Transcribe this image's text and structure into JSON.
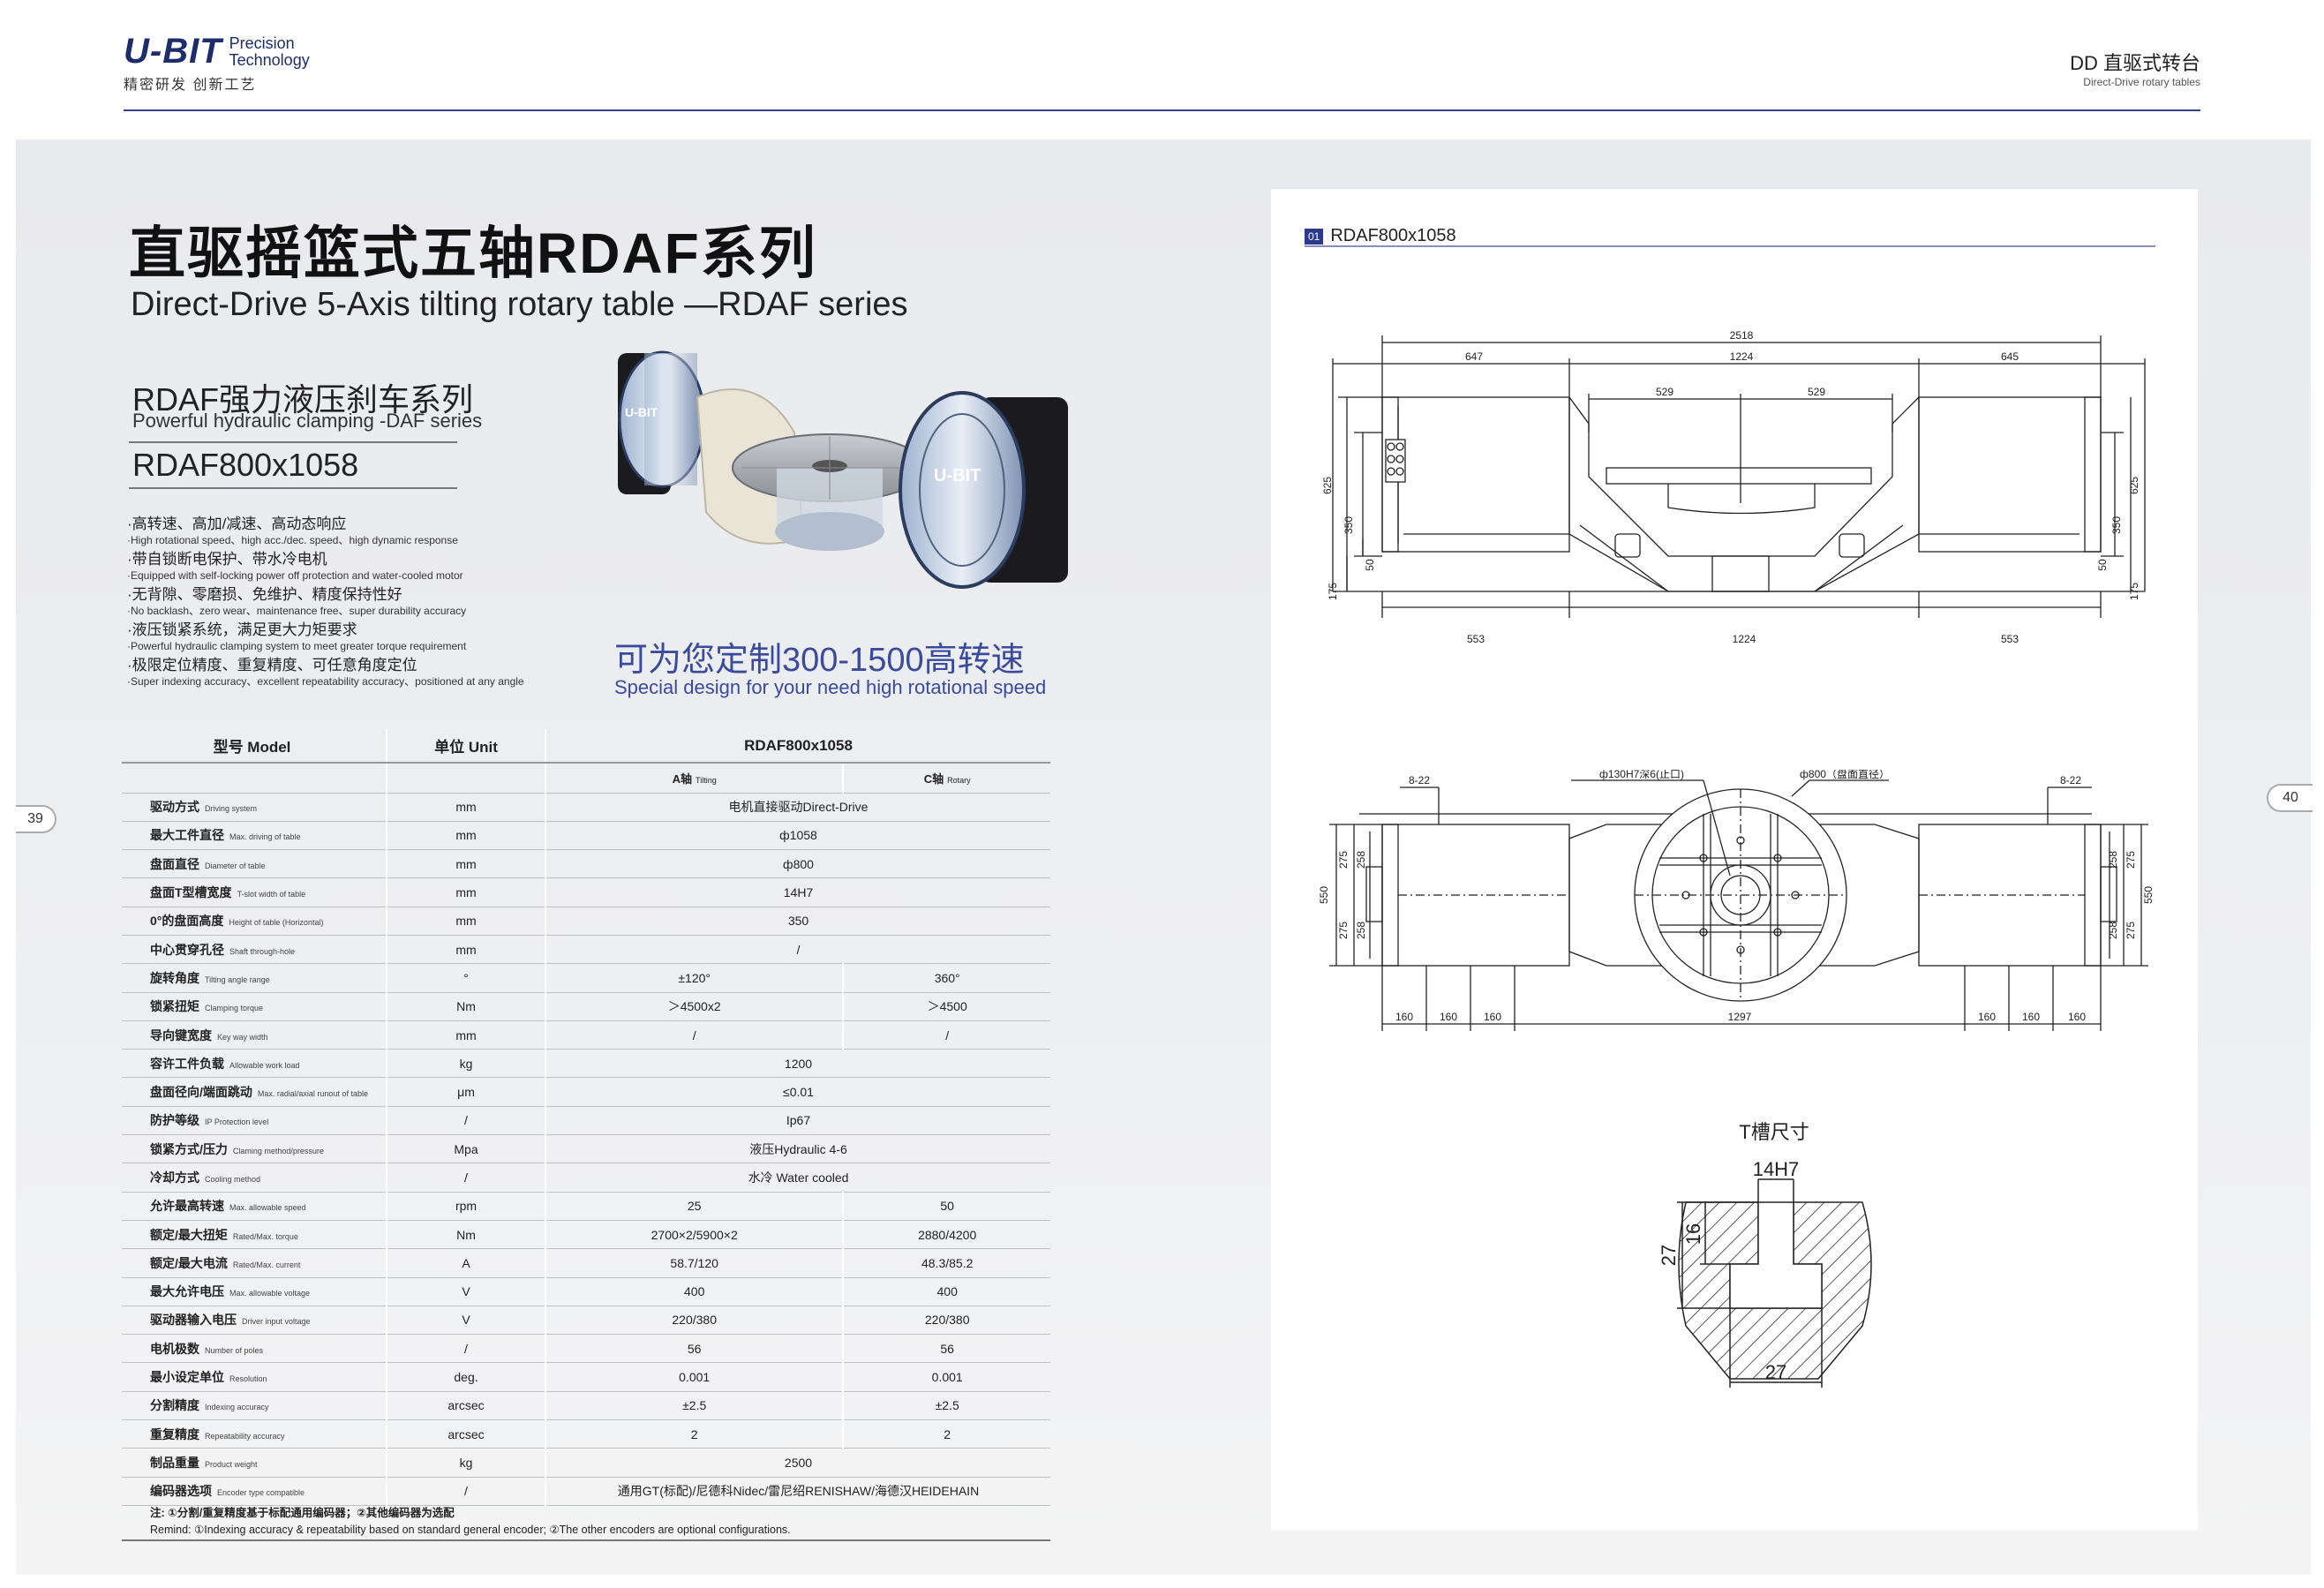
{
  "header": {
    "logo_mark": "U-BIT",
    "logo_text_1": "Precision",
    "logo_text_2": "Technology",
    "slogan": "精密研发 创新工艺",
    "right_cn": "DD 直驱式转台",
    "right_en": "Direct-Drive rotary tables"
  },
  "page_numbers": {
    "left": "39",
    "right": "40"
  },
  "titles": {
    "cn": "直驱摇篮式五轴RDAF系列",
    "en": "Direct-Drive 5-Axis tilting rotary table —RDAF series",
    "series_cn": "RDAF强力液压刹车系列",
    "series_en": "Powerful hydraulic clamping -DAF series",
    "model": "RDAF800x1058"
  },
  "features": [
    {
      "cn": "·高转速、高加/减速、高动态响应",
      "en": "·High rotational speed、high acc./dec. speed、high dynamic response"
    },
    {
      "cn": "·带自锁断电保护、带水冷电机",
      "en": "·Equipped with self-locking power off protection and water-cooled motor"
    },
    {
      "cn": "·无背隙、零磨损、免维护、精度保持性好",
      "en": "·No backlash、zero wear、maintenance free、super durability accuracy"
    },
    {
      "cn": "·液压锁紧系统，满足更大力矩要求",
      "en": "·Powerful hydraulic clamping system to meet greater torque requirement"
    },
    {
      "cn": "·极限定位精度、重复精度、可任意角度定位",
      "en": "·Super indexing accuracy、excellent repeatability accuracy、positioned at any angle"
    }
  ],
  "product_image": {
    "brand_text": "U-BIT"
  },
  "slogan": {
    "cn": "可为您定制300-1500高转速",
    "en": "Special design for your need high rotational speed"
  },
  "spec_table": {
    "header": {
      "model_label": "型号 Model",
      "unit_label": "单位 Unit",
      "value": "RDAF800x1058"
    },
    "sub_header": {
      "a_cn": "A轴",
      "a_en": "Tilting",
      "c_cn": "C轴",
      "c_en": "Rotary"
    },
    "rows": [
      {
        "cn": "驱动方式",
        "en": "Driving system",
        "unit": "mm",
        "merged": "电机直接驱动Direct-Drive"
      },
      {
        "cn": "最大工件直径",
        "en": "Max. driving of table",
        "unit": "mm",
        "merged": "ф1058"
      },
      {
        "cn": "盘面直径",
        "en": "Diameter of table",
        "unit": "mm",
        "merged": "ф800"
      },
      {
        "cn": "盘面T型槽宽度",
        "en": "T-slot width of table",
        "unit": "mm",
        "merged": "14H7"
      },
      {
        "cn": "0°的盘面高度",
        "en": "Height of table (Horizontal)",
        "unit": "mm",
        "merged": "350"
      },
      {
        "cn": "中心贯穿孔径",
        "en": "Shaft through-hole",
        "unit": "mm",
        "merged": "/"
      },
      {
        "cn": "旋转角度",
        "en": "Tilting angle range",
        "unit": "°",
        "a": "±120°",
        "c": "360°"
      },
      {
        "cn": "锁紧扭矩",
        "en": "Clamping torque",
        "unit": "Nm",
        "a": "＞4500x2",
        "c": "＞4500"
      },
      {
        "cn": "导向键宽度",
        "en": "Key way width",
        "unit": "mm",
        "a": "/",
        "c": "/"
      },
      {
        "cn": "容许工件负载",
        "en": "Allowable work load",
        "unit": "kg",
        "merged": "1200"
      },
      {
        "cn": "盘面径向/端面跳动",
        "en": "Max. radial/axial runout of table",
        "unit": "μm",
        "merged": "≤0.01"
      },
      {
        "cn": "防护等级",
        "en": "IP Protection level",
        "unit": "/",
        "merged": "Ip67"
      },
      {
        "cn": "锁紧方式/压力",
        "en": "Claming method/pressure",
        "unit": "Mpa",
        "merged": "液压Hydraulic 4-6"
      },
      {
        "cn": "冷却方式",
        "en": "Cooling method",
        "unit": "/",
        "merged": "水冷 Water cooled"
      },
      {
        "cn": "允许最高转速",
        "en": "Max. allowable speed",
        "unit": "rpm",
        "a": "25",
        "c": "50"
      },
      {
        "cn": "额定/最大扭矩",
        "en": "Rated/Max. torque",
        "unit": "Nm",
        "a": "2700×2/5900×2",
        "c": "2880/4200"
      },
      {
        "cn": "额定/最大电流",
        "en": "Rated/Max. current",
        "unit": "A",
        "a": "58.7/120",
        "c": "48.3/85.2"
      },
      {
        "cn": "最大允许电压",
        "en": "Max. allowable voltage",
        "unit": "V",
        "a": "400",
        "c": "400"
      },
      {
        "cn": "驱动器输入电压",
        "en": "Driver input voltage",
        "unit": "V",
        "a": "220/380",
        "c": "220/380"
      },
      {
        "cn": "电机极数",
        "en": "Number of poles",
        "unit": "/",
        "a": "56",
        "c": "56"
      },
      {
        "cn": "最小设定单位",
        "en": "Resolution",
        "unit": "deg.",
        "a": "0.001",
        "c": "0.001"
      },
      {
        "cn": "分割精度",
        "en": "Indexing accuracy",
        "unit": "arcsec",
        "a": "±2.5",
        "c": "±2.5"
      },
      {
        "cn": "重复精度",
        "en": "Repeatability accuracy",
        "unit": "arcsec",
        "a": "2",
        "c": "2"
      },
      {
        "cn": "制品重量",
        "en": "Product weight",
        "unit": "kg",
        "merged": "2500"
      },
      {
        "cn": "编码器选项",
        "en": "Encoder type compatible",
        "unit": "/",
        "merged": "通用GT(标配)/尼德科Nidec/雷尼绍RENISHAW/海德汉HEIDEHAIN"
      }
    ]
  },
  "notes": {
    "cn": "注: ①分割/重复精度基于标配通用编码器；②其他编码器为选配",
    "en": "Remind: ①Indexing accuracy & repeatability based on standard general encoder; ②The other encoders are optional configurations."
  },
  "drawing": {
    "number": "01",
    "title": "RDAF800x1058",
    "front_dims": {
      "total": "2518",
      "left": "647",
      "middle": "1224",
      "right": "645",
      "inner_left": "529",
      "inner_right": "529",
      "bottom_left": "553",
      "bottom_mid": "1224",
      "bottom_right": "553",
      "h_total_l": "625",
      "h_total_r": "625",
      "h_mid_l": "350",
      "h_mid_r": "350",
      "h_small_l": "50",
      "h_small_r": "50",
      "h_base_l": "175",
      "h_base_r": "175"
    },
    "top_dims": {
      "bore_label": "ф130H7深6(止口)",
      "face_label": "ф800（盘面直径）",
      "offset_l": "8-22",
      "offset_r": "8-22",
      "w_total_l": "550",
      "w_total_r": "550",
      "w_half_l1": "275",
      "w_half_l2": "275",
      "w_half_r1": "275",
      "w_half_r2": "275",
      "w_in_l1": "258",
      "w_in_l2": "258",
      "w_in_r1": "258",
      "w_in_r2": "258",
      "pitch_l1": "160",
      "pitch_l2": "160",
      "pitch_l3": "160",
      "center": "1297",
      "pitch_r1": "160",
      "pitch_r2": "160",
      "pitch_r3": "160"
    },
    "tslot": {
      "title": "T槽尺寸",
      "width": "14H7",
      "depth": "16",
      "total_depth": "27",
      "bottom_width": "27"
    }
  }
}
